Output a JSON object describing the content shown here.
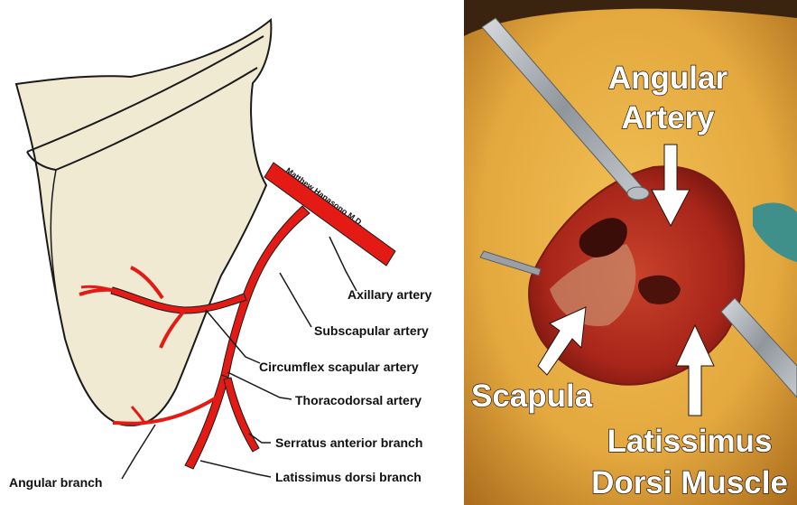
{
  "illustration": {
    "signature": "Matthew Hanasono M.D.",
    "labels": {
      "axillary": "Axillary artery",
      "subscapular": "Subscapular artery",
      "circumflex": "Circumflex scapular artery",
      "thoracodorsal": "Thoracodorsal artery",
      "serratus": "Serratus anterior branch",
      "latissimus": "Latissimus dorsi branch",
      "angular": "Angular branch"
    },
    "colors": {
      "bone": "#f0ead2",
      "artery": "#e31b14",
      "outline": "#1a1a1a"
    }
  },
  "photo": {
    "labels": {
      "angular_line1": "Angular",
      "angular_line2": "Artery",
      "scapula": "Scapula",
      "latissimus_line1": "Latissimus",
      "latissimus_line2": "Dorsi Muscle"
    },
    "colors": {
      "skin": "#e9b44a",
      "tissue": "#b8281a",
      "retractor": "#9aa0a6",
      "text": "#ffffff"
    }
  }
}
